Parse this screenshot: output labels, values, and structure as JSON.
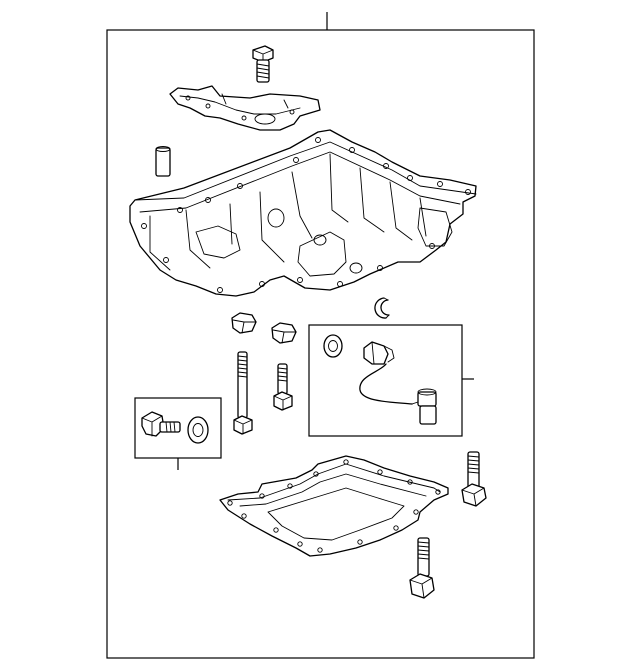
{
  "diagram": {
    "parts": [
      "bolt",
      "baffle",
      "dowel-pin",
      "upper-oil-pan",
      "clip",
      "drain-plug",
      "drain-plug",
      "oil-level-sensor-kit",
      "gasket-washer",
      "sensor-harness",
      "sensor",
      "stud-bolt",
      "short-bolt",
      "drain-plug-kit",
      "drain-bolt",
      "drain-washer",
      "lower-oil-pan",
      "stud-bolt-right",
      "stud-bolt-bottom"
    ]
  }
}
